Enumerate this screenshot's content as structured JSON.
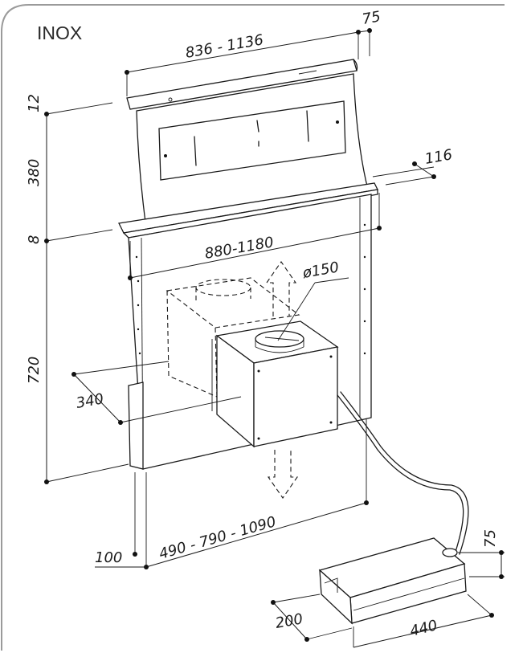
{
  "title": "INOX",
  "dimensions": {
    "top_width": "836 - 1136",
    "top_offset": "75",
    "top_thickness": "12",
    "panel_height": "380",
    "flange_depth": "116",
    "flange_thickness": "8",
    "flange_width": "880-1180",
    "duct_diameter": "ø150",
    "body_height": "720",
    "fan_depth": "340",
    "body_width": "490 - 790 - 1090",
    "base_offset": "100",
    "motor_height": "75",
    "motor_depth": "200",
    "motor_width": "440"
  }
}
